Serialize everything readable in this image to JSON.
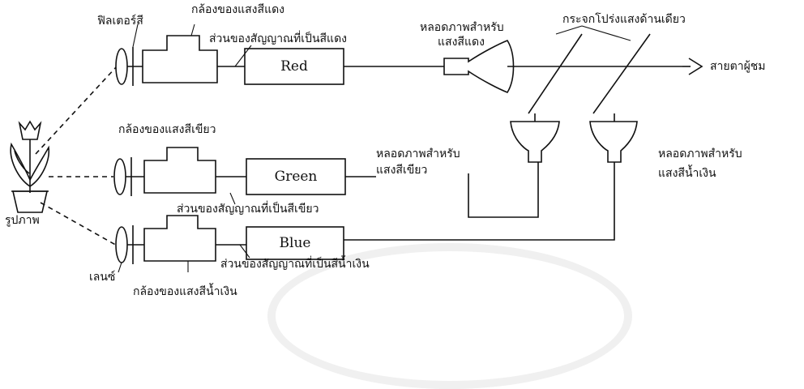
{
  "labels": {
    "color_filter": "ฟิลเตอร์สี",
    "red_camera": "กล้องของแสงสีแดง",
    "red_signal": "ส่วนของสัญญาณที่เป็นสีแดง",
    "red_tube": "หลอดภาพสำหรับ",
    "red_tube_2": "แสงสีแดง",
    "mirror": "กระจกโปร่งแสงด้านเดียว",
    "viewer": "สายตาผู้ชม",
    "green_camera": "กล้องของแสงสีเขียว",
    "green_tube": "หลอดภาพสำหรับ",
    "green_tube_2": "แสงสีเขียว",
    "blue_tube": "หลอดภาพสำหรับ",
    "blue_tube_2": "แสงสีน้ำเงิน",
    "green_signal": "ส่วนของสัญญาณที่เป็นสีเขียว",
    "picture": "รูปภาพ",
    "lens": "เลนซ์",
    "blue_signal": "ส่วนของสัญญาณที่เป็นสีน้ำเงิน",
    "blue_camera": "กล้องของแสงสีน้ำเงิน"
  },
  "modules": {
    "red": "Red",
    "green": "Green",
    "blue": "Blue"
  }
}
